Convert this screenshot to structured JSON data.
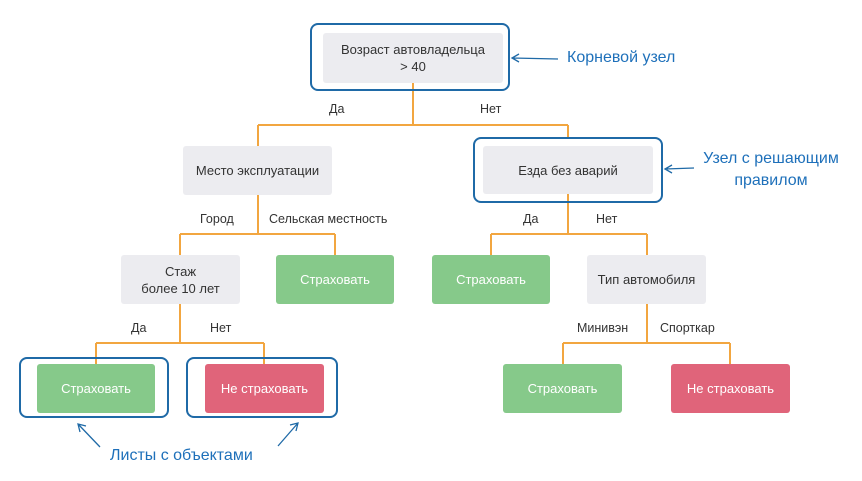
{
  "colors": {
    "edge": "#f2a640",
    "highlight": "#1f6aa7",
    "annotation_text": "#1e70ba",
    "decision_fill": "#ececf0",
    "leaf_yes_fill": "#86c98a",
    "leaf_no_fill": "#e0647a"
  },
  "nodes": {
    "root": "Возраст автовладельца\n> 40",
    "place": "Место эксплуатации",
    "no_accidents": "Езда без аварий",
    "experience": "Стаж\nболее 10 лет",
    "insure_rural": "Страховать",
    "insure_no_accidents": "Страховать",
    "car_type": "Тип автомобиля",
    "insure_exp": "Страховать",
    "not_insure_exp": "Не страховать",
    "insure_minivan": "Страховать",
    "not_insure_sport": "Не страховать"
  },
  "edge_labels": {
    "root_yes": "Да",
    "root_no": "Нет",
    "city": "Город",
    "rural": "Сельская местность",
    "acc_yes": "Да",
    "acc_no": "Нет",
    "exp_yes": "Да",
    "exp_no": "Нет",
    "minivan": "Минивэн",
    "sportcar": "Спорткар"
  },
  "annotations": {
    "root_node": "Корневой узел",
    "decision_node": "Узел с решающим\nправилом",
    "leaves": "Листы с объектами"
  }
}
